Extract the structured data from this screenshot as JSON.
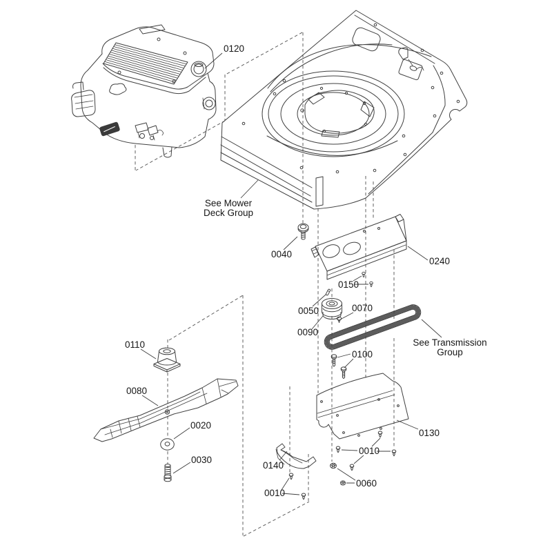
{
  "colors": {
    "background": "#ffffff",
    "line": "#3f3f3f",
    "dashed_line": "#5f5f5f",
    "text": "#161616"
  },
  "part_labels": {
    "engine": "0120",
    "deck_bolt": "0040",
    "belt_cover": "0240",
    "cover_screws": "0150",
    "crankshaft_key": "0050",
    "pulley_bolt": "0070",
    "pulley": "0090",
    "guard_bolts": "0100",
    "blade_adapter": "0110",
    "belt_guard": "0130",
    "bracket": "0140",
    "bracket_screws": "0010",
    "guard_screws": "0010",
    "nuts": "0060",
    "blade": "0080",
    "washer": "0020",
    "blade_bolt": "0030"
  },
  "notes": {
    "deck": {
      "line1": "See Mower",
      "line2": "Deck Group"
    },
    "transmission": {
      "line1": "See Transmission",
      "line2": "Group"
    }
  }
}
